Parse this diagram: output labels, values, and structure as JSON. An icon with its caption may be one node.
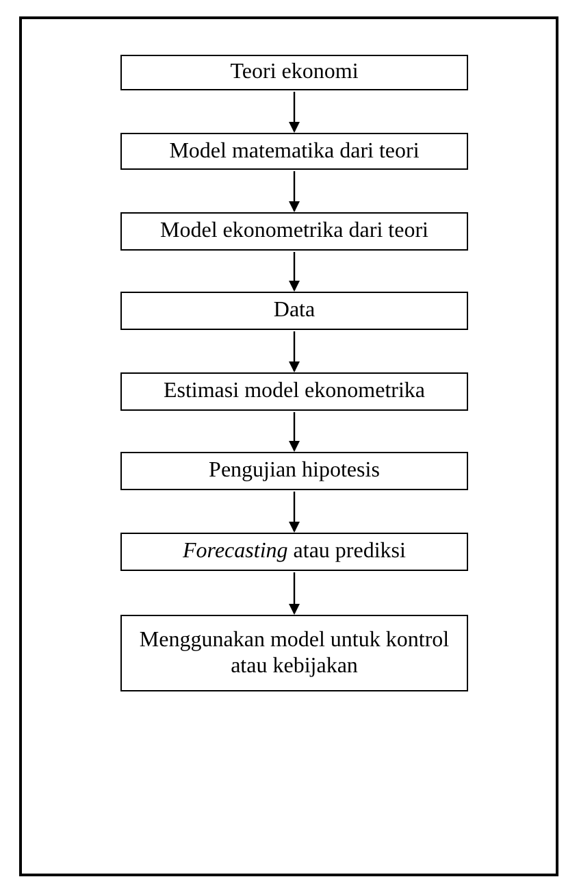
{
  "diagram": {
    "nodes": [
      {
        "text": [
          "Teori ekonomi"
        ]
      },
      {
        "text": [
          "Model matematika dari teori"
        ]
      },
      {
        "text": [
          "Model ekonometrika dari teori"
        ]
      },
      {
        "text": [
          "Data"
        ]
      },
      {
        "text": [
          "Estimasi model ekonometrika"
        ]
      },
      {
        "text": [
          "Pengujian hipotesis"
        ]
      },
      {
        "text": [
          "*Forecasting* atau prediksi"
        ]
      },
      {
        "text": [
          "Menggunakan model untuk kontrol atau kebijakan"
        ]
      }
    ],
    "edges": [
      {
        "from": 0,
        "to": 1,
        "arrow": "to"
      },
      {
        "from": 1,
        "to": 2,
        "arrow": "to"
      },
      {
        "from": 2,
        "to": 3,
        "arrow": "to"
      },
      {
        "from": 3,
        "to": 4,
        "arrow": "to"
      },
      {
        "from": 4,
        "to": 5,
        "arrow": "to"
      },
      {
        "from": 5,
        "to": 6,
        "arrow": "to"
      },
      {
        "from": 6,
        "to": 7,
        "arrow": "to"
      }
    ]
  }
}
